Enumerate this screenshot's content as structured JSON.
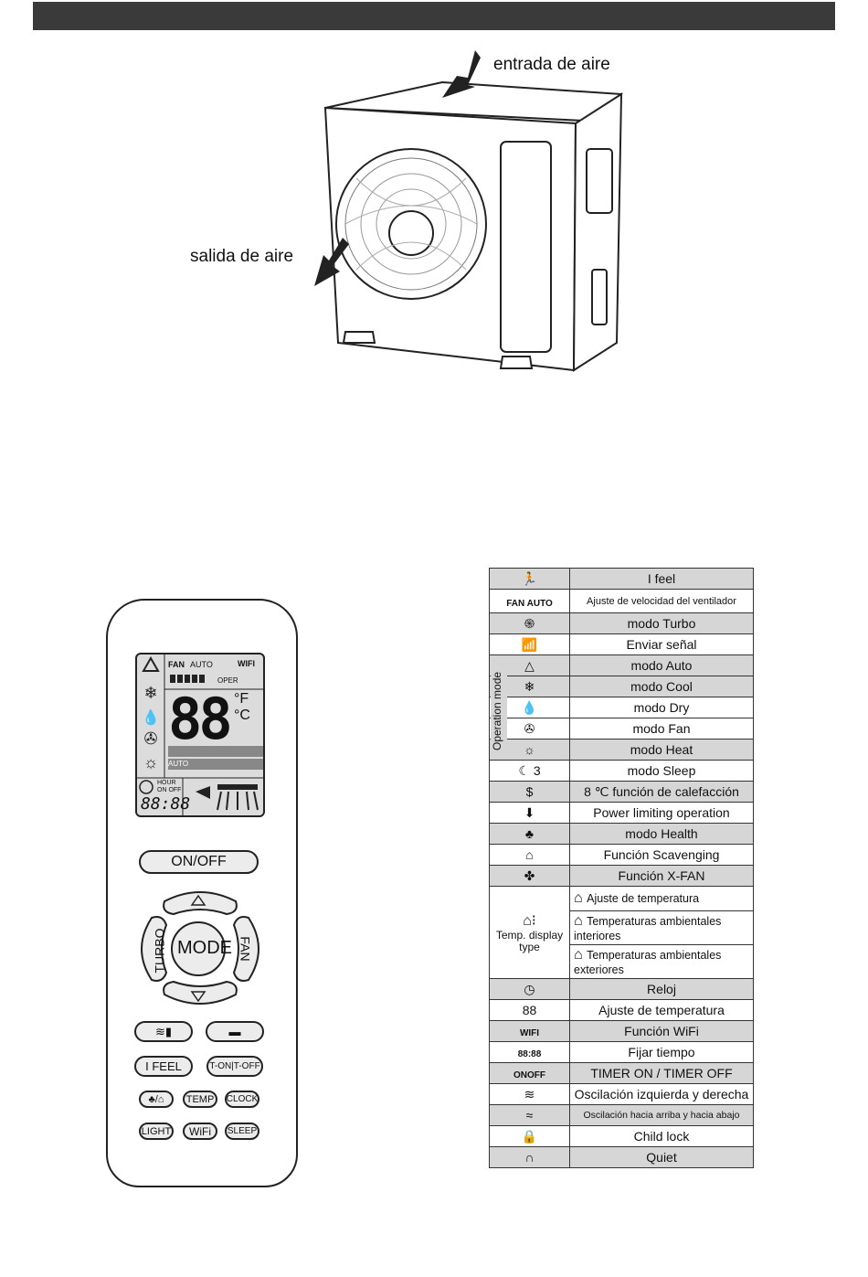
{
  "diagram": {
    "air_in_label": "entrada de aire",
    "air_out_label": "salida de aire"
  },
  "remote": {
    "lcd": {
      "fan_label": "FAN",
      "auto_label": "AUTO",
      "wifi_label": "WIFI",
      "oper_label": "OPER",
      "temp_digits": "88",
      "fahrenheit": "°F",
      "celsius": "°C",
      "auto_small": "AUTO",
      "hour_label": "HOUR",
      "onoff_label": "ON OFF",
      "clock_digits": "88:88"
    },
    "buttons": {
      "on_off": "ON/OFF",
      "turbo": "TURBO",
      "mode": "MODE",
      "fan": "FAN",
      "i_feel": "I FEEL",
      "t_on_off": "T-ON|T-OFF",
      "temp": "TEMP",
      "clock": "CLOCK",
      "light": "LIGHT",
      "wifi": "WiFi",
      "sleep": "SLEEP",
      "health_scav": "♣/⌂"
    }
  },
  "legend": {
    "operation_mode_label": "Operation mode",
    "temp_display_label": "Temp. display type",
    "rows": [
      {
        "icon": "i-feel-icon",
        "glyph": "🏃",
        "text": "I feel",
        "shade": true
      },
      {
        "icon": "fan-speed-icon",
        "glyph": "FAN AUTO",
        "text": "Ajuste de velocidad del ventilador",
        "shade": false
      },
      {
        "icon": "turbo-icon",
        "glyph": "֍",
        "text": "modo Turbo",
        "shade": true
      },
      {
        "icon": "signal-icon",
        "glyph": "📶",
        "text": "Enviar señal",
        "shade": false
      },
      {
        "icon": "auto-mode-icon",
        "glyph": "△",
        "text": "modo Auto",
        "shade": true
      },
      {
        "icon": "cool-mode-icon",
        "glyph": "❄",
        "text": "modo Cool",
        "shade": true
      },
      {
        "icon": "dry-mode-icon",
        "glyph": "💧",
        "text": "modo Dry",
        "shade": false
      },
      {
        "icon": "fan-mode-icon",
        "glyph": "✇",
        "text": "modo Fan",
        "shade": false
      },
      {
        "icon": "heat-mode-icon",
        "glyph": "☼",
        "text": "modo Heat",
        "shade": true
      },
      {
        "icon": "sleep-mode-icon",
        "glyph": "☾ 3",
        "text": "modo Sleep",
        "shade": false
      },
      {
        "icon": "heating-8c-icon",
        "glyph": "$",
        "text": "8 ℃ función de calefacción",
        "shade": true
      },
      {
        "icon": "power-limit-icon",
        "glyph": "⬇",
        "text": "Power limiting operation",
        "shade": false
      },
      {
        "icon": "health-icon",
        "glyph": "♣",
        "text": "modo Health",
        "shade": true
      },
      {
        "icon": "scavenging-icon",
        "glyph": "⌂",
        "text": "Función Scavenging",
        "shade": false
      },
      {
        "icon": "xfan-icon",
        "glyph": "✤",
        "text": "Función X-FAN",
        "shade": true
      }
    ],
    "temp_display_rows": [
      {
        "icon": "house-icon",
        "text": "Ajuste de temperatura"
      },
      {
        "icon": "house-indoor-icon",
        "text": "Temperaturas ambientales interiores"
      },
      {
        "icon": "house-outdoor-icon",
        "text": "Temperaturas ambientales exteriores"
      }
    ],
    "rows_after": [
      {
        "icon": "clock-icon",
        "glyph": "◷",
        "text": "Reloj",
        "shade": true
      },
      {
        "icon": "temp-digits-icon",
        "glyph": "88",
        "text": "Ajuste de temperatura",
        "shade": false
      },
      {
        "icon": "wifi-icon",
        "glyph": "WIFI",
        "text": "Función WiFi",
        "shade": true
      },
      {
        "icon": "time-digits-icon",
        "glyph": "88:88",
        "text": "Fijar tiempo",
        "shade": false
      },
      {
        "icon": "onoff-icon",
        "glyph": "ONOFF",
        "text": "TIMER ON / TIMER OFF",
        "shade": true
      },
      {
        "icon": "swing-lr-icon",
        "glyph": "≋",
        "text": "Oscilación izquierda y derecha",
        "shade": false
      },
      {
        "icon": "swing-ud-icon",
        "glyph": "≈",
        "text": "Oscilación hacia arriba y hacia abajo",
        "shade": true
      },
      {
        "icon": "child-lock-icon",
        "glyph": "🔒",
        "text": "Child lock",
        "shade": false
      },
      {
        "icon": "quiet-icon",
        "glyph": "∩",
        "text": "Quiet",
        "shade": true
      }
    ]
  }
}
